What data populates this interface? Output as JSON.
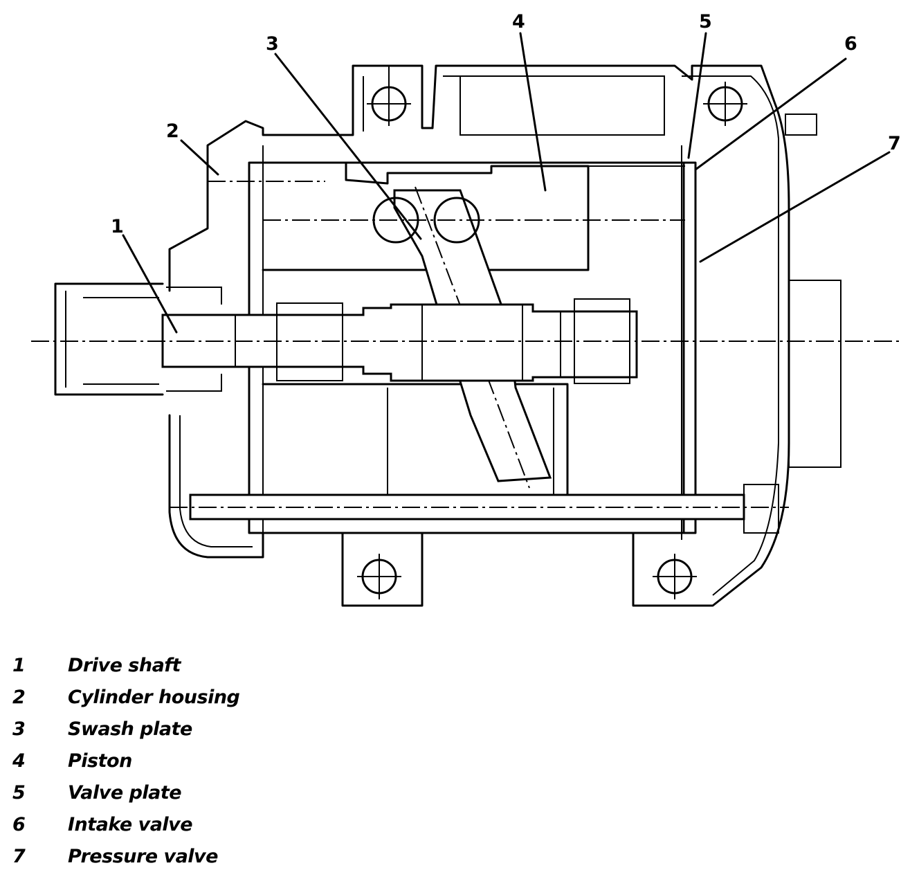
{
  "callouts": [
    {
      "number": "1",
      "label": "Drive shaft"
    },
    {
      "number": "2",
      "label": "Cylinder housing"
    },
    {
      "number": "3",
      "label": "Swash plate"
    },
    {
      "number": "4",
      "label": "Piston"
    },
    {
      "number": "5",
      "label": "Valve plate"
    },
    {
      "number": "6",
      "label": "Intake valve"
    },
    {
      "number": "7",
      "label": "Pressure valve"
    }
  ]
}
